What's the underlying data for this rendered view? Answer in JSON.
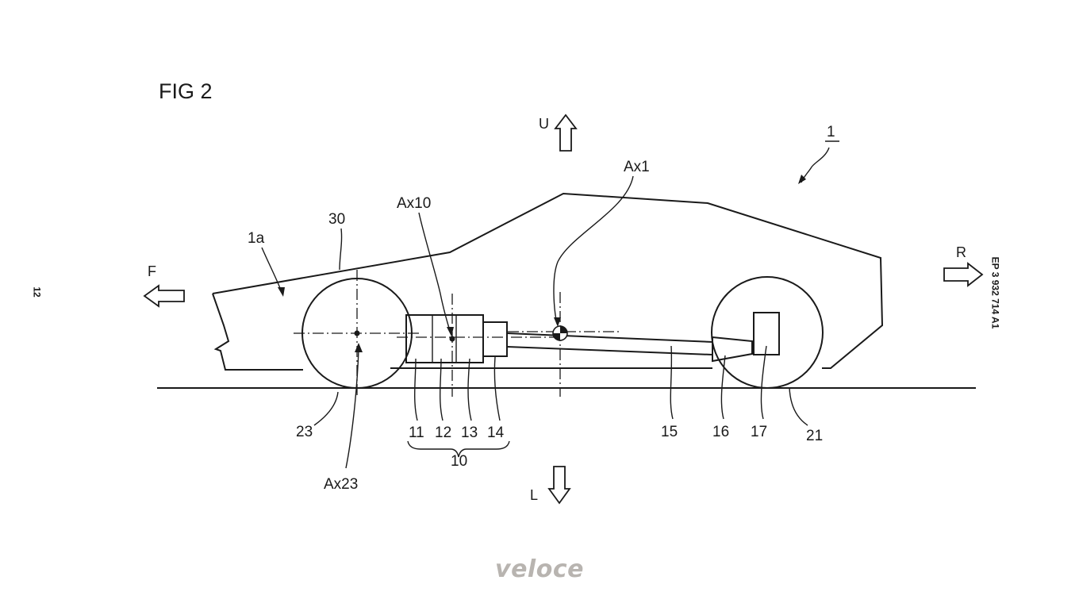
{
  "figure": {
    "title": "FIG 2",
    "labels": {
      "vehicle": "1",
      "front_body": "1a",
      "body_outline": "30",
      "drive_unit_axis": "Ax10",
      "vehicle_center_axis": "Ax1",
      "front_wheel_axis": "Ax23",
      "unit_11": "11",
      "unit_12": "12",
      "unit_13": "13",
      "unit_14": "14",
      "drive_unit": "10",
      "shaft": "15",
      "part_16": "16",
      "part_17": "17",
      "rear_wheel": "21",
      "front_wheel": "23"
    },
    "directions": {
      "up": "U",
      "low": "L",
      "front": "F",
      "rear": "R"
    }
  },
  "page_number": "12",
  "publication_number": "EP 3 932 714 A1",
  "watermark": "veloce",
  "icons": [
    "arrow-up-icon",
    "arrow-down-icon",
    "arrow-left-icon",
    "arrow-right-icon"
  ]
}
